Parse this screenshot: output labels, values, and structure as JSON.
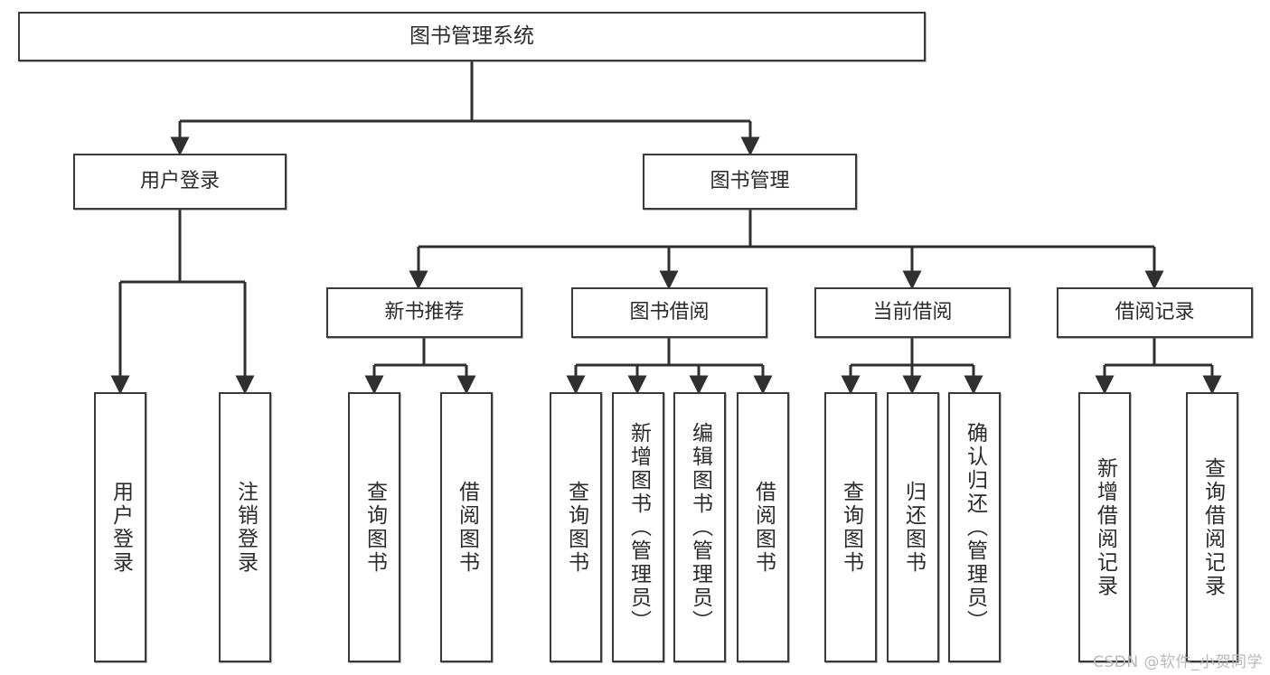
{
  "diagram": {
    "title": "图书管理系统",
    "type": "tree",
    "watermark": "CSDN @软件_小贺同学",
    "colors": {
      "box_border": "#3a3a3a",
      "box_fill": "#ffffff",
      "connector": "#2f2f2f",
      "text": "#2b2b2b",
      "watermark": "#b9b9b9"
    }
  },
  "nodes": {
    "root": {
      "label": "图书管理系统"
    },
    "level2": [
      {
        "label": "用户登录"
      },
      {
        "label": "图书管理"
      }
    ],
    "level3": [
      {
        "label": "新书推荐"
      },
      {
        "label": "图书借阅"
      },
      {
        "label": "当前借阅"
      },
      {
        "label": "借阅记录"
      }
    ],
    "leaves": {
      "user_login": [
        {
          "label": "用户登录"
        },
        {
          "label": "注销登录"
        }
      ],
      "new_book_recommend": [
        {
          "label": "查询图书"
        },
        {
          "label": "借阅图书"
        }
      ],
      "book_borrow": [
        {
          "label": "查询图书"
        },
        {
          "label": "新增图书（管理员）"
        },
        {
          "label": "编辑图书（管理员）"
        },
        {
          "label": "借阅图书"
        }
      ],
      "current_borrow": [
        {
          "label": "查询图书"
        },
        {
          "label": "归还图书"
        },
        {
          "label": "确认归还（管理员）"
        }
      ],
      "borrow_record": [
        {
          "label": "新增借阅记录"
        },
        {
          "label": "查询借阅记录"
        }
      ]
    }
  }
}
